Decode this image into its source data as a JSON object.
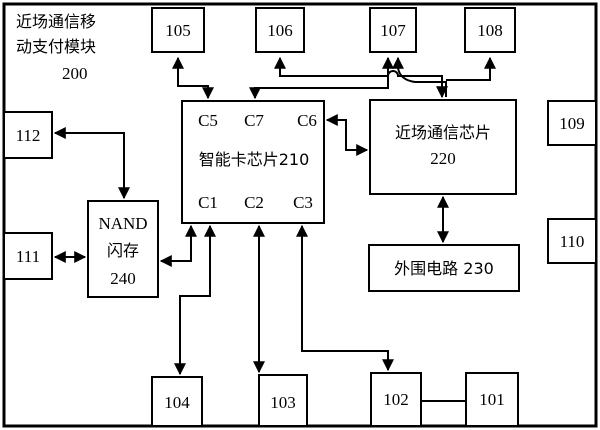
{
  "module": {
    "title_line1": "近场通信移",
    "title_line2": "动支付模块",
    "title_line3": "200"
  },
  "smart_card": {
    "name": "智能卡芯片210",
    "pins_top": [
      "C5",
      "C7",
      "C6"
    ],
    "pins_bottom": [
      "C1",
      "C2",
      "C3"
    ]
  },
  "nfc_chip": {
    "line1": "近场通信芯片",
    "line2": "220"
  },
  "peripheral": {
    "label": "外围电路 230"
  },
  "nand": {
    "line1": "NAND",
    "line2": "闪存",
    "line3": "240"
  },
  "ports": {
    "p101": "101",
    "p102": "102",
    "p103": "103",
    "p104": "104",
    "p105": "105",
    "p106": "106",
    "p107": "107",
    "p108": "108",
    "p109": "109",
    "p110": "110",
    "p111": "111",
    "p112": "112"
  }
}
